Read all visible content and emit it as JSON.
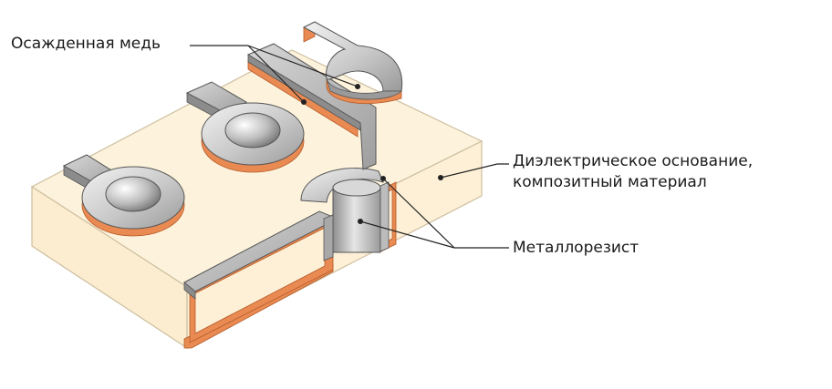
{
  "labels": {
    "deposited_copper": "Осажденная медь",
    "dielectric_line1": "Диэлектрическое основание,",
    "dielectric_line2": "композитный материал",
    "metal_resist": "Металлорезист"
  },
  "colors": {
    "board_top": "#fdf3dc",
    "board_side": "#fcecd0",
    "board_edge": "#d9c9a8",
    "copper": "#e98a52",
    "copper_dark": "#c9662e",
    "metal_light": "#e4e4e4",
    "metal_mid": "#bdbdbd",
    "metal_dark": "#8c8c8c",
    "outline": "#555555",
    "leader": "#222222"
  }
}
